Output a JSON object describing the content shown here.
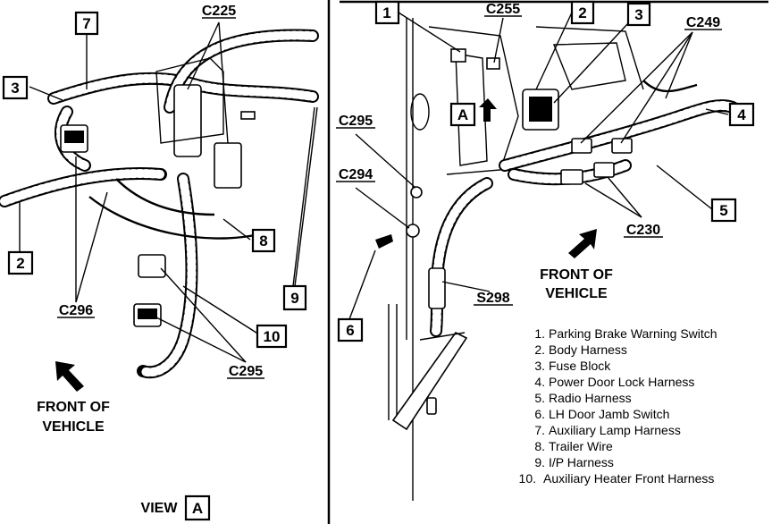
{
  "callouts": {
    "c1": "1",
    "c2": "2",
    "c3": "3",
    "c4": "4",
    "c5": "5",
    "c6": "6",
    "c7": "7",
    "c8": "8",
    "c9": "9",
    "c10": "10",
    "left_2": "2",
    "left_3": "3",
    "left_7": "7",
    "left_8": "8",
    "left_9": "9",
    "left_10": "10",
    "view_a": "A",
    "right_a": "A"
  },
  "connectors": {
    "c225": "C225",
    "c296": "C296",
    "c295_left": "C295",
    "c255": "C255",
    "c249": "C249",
    "c295_right": "C295",
    "c294": "C294",
    "c230": "C230",
    "s298": "S298"
  },
  "front_left": {
    "line1": "FRONT OF",
    "line2": "VEHICLE"
  },
  "front_right": {
    "line1": "FRONT OF",
    "line2": "VEHICLE"
  },
  "view_label": "VIEW",
  "legend": [
    {
      "n": "1.",
      "text": "Parking Brake Warning Switch"
    },
    {
      "n": "2.",
      "text": "Body Harness"
    },
    {
      "n": "3.",
      "text": "Fuse Block"
    },
    {
      "n": "4.",
      "text": "Power Door Lock Harness"
    },
    {
      "n": "5.",
      "text": "Radio Harness"
    },
    {
      "n": "6.",
      "text": "LH Door Jamb Switch"
    },
    {
      "n": "7.",
      "text": "Auxiliary Lamp Harness"
    },
    {
      "n": "8.",
      "text": "Trailer Wire"
    },
    {
      "n": "9.",
      "text": "I/P Harness"
    },
    {
      "n": "10.",
      "text": "Auxiliary Heater Front Harness"
    }
  ]
}
